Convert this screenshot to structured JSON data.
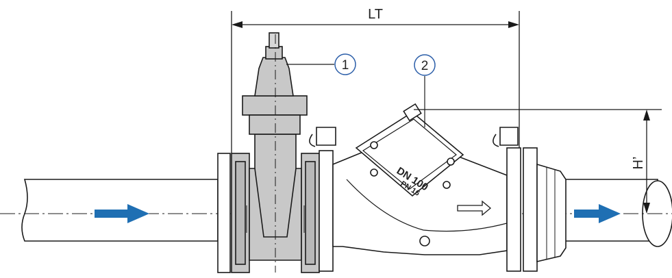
{
  "dimensions": {
    "overall_length": "LT",
    "height": "H’"
  },
  "callouts": [
    {
      "number": "1"
    },
    {
      "number": "2"
    }
  ],
  "body_marking": {
    "nominal_size": "DN 100",
    "pressure": "PN 16"
  },
  "colors": {
    "line": "#1a1a1a",
    "component_fill": "#c8c8c8",
    "flow_arrow": "#1f6fb3",
    "callout_ring": "#2a5da8"
  },
  "icons": {
    "flow": "arrow-right-icon",
    "direction_marking": "outline-arrow-icon"
  }
}
